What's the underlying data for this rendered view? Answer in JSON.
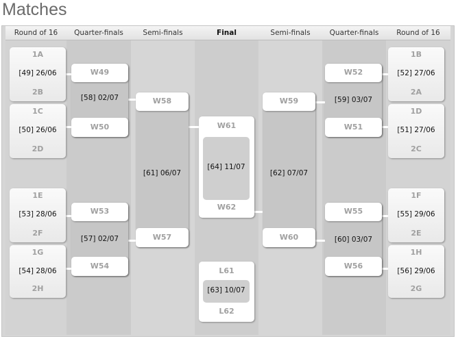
{
  "title": "Matches",
  "columns": [
    "Round of 16",
    "Quarter-finals",
    "Semi-finals",
    "Final",
    "Semi-finals",
    "Quarter-finals",
    "Round of 16"
  ],
  "round_of_16_left": [
    {
      "top": "1A",
      "match": "[49] 26/06",
      "bottom": "2B"
    },
    {
      "top": "1C",
      "match": "[50] 26/06",
      "bottom": "2D"
    },
    {
      "top": "1E",
      "match": "[53] 28/06",
      "bottom": "2F"
    },
    {
      "top": "1G",
      "match": "[54] 28/06",
      "bottom": "2H"
    }
  ],
  "round_of_16_right": [
    {
      "top": "1B",
      "match": "[52] 27/06",
      "bottom": "2A"
    },
    {
      "top": "1D",
      "match": "[51] 27/06",
      "bottom": "2C"
    },
    {
      "top": "1F",
      "match": "[55] 29/06",
      "bottom": "2E"
    },
    {
      "top": "1H",
      "match": "[56] 29/06",
      "bottom": "2G"
    }
  ],
  "quarter_finals_left": [
    {
      "top": "W49",
      "match": "[58] 02/07",
      "bottom": "W50"
    },
    {
      "top": "W53",
      "match": "[57] 02/07",
      "bottom": "W54"
    }
  ],
  "quarter_finals_right": [
    {
      "top": "W52",
      "match": "[59] 03/07",
      "bottom": "W51"
    },
    {
      "top": "W55",
      "match": "[60] 03/07",
      "bottom": "W56"
    }
  ],
  "semi_finals_left": [
    {
      "top": "W58",
      "match": "[61] 06/07",
      "bottom": "W57"
    }
  ],
  "semi_finals_right": [
    {
      "top": "W59",
      "match": "[62] 07/07",
      "bottom": "W60"
    }
  ],
  "final": {
    "top": "W61",
    "match": "[64] 11/07",
    "bottom": "W62"
  },
  "third_place": {
    "top": "L61",
    "match": "[63] 10/07",
    "bottom": "L62"
  }
}
